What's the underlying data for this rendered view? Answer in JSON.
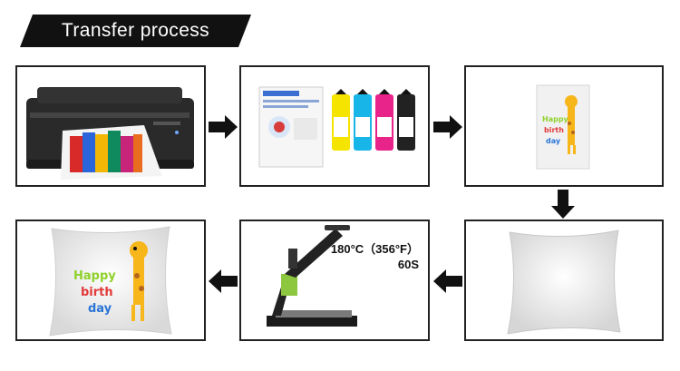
{
  "title": "Transfer process",
  "colors": {
    "banner": "#111111",
    "border": "#222222",
    "arrow": "#111111",
    "press_accent": "#8dc63f"
  },
  "steps": [
    {
      "id": "step-1",
      "image": "printer-icon"
    },
    {
      "id": "step-2",
      "image": "paper-and-ink-icon"
    },
    {
      "id": "step-3",
      "image": "printed-transfer-icon"
    },
    {
      "id": "step-4",
      "image": "blank-pillow-icon"
    },
    {
      "id": "step-5",
      "image": "heat-press-icon",
      "temperature": "180°C（356°F）",
      "time": "60S"
    },
    {
      "id": "step-6",
      "image": "finished-pillow-icon"
    }
  ],
  "giraffe_text": {
    "line1": "Happy",
    "line2": "birth",
    "line3": "day"
  }
}
